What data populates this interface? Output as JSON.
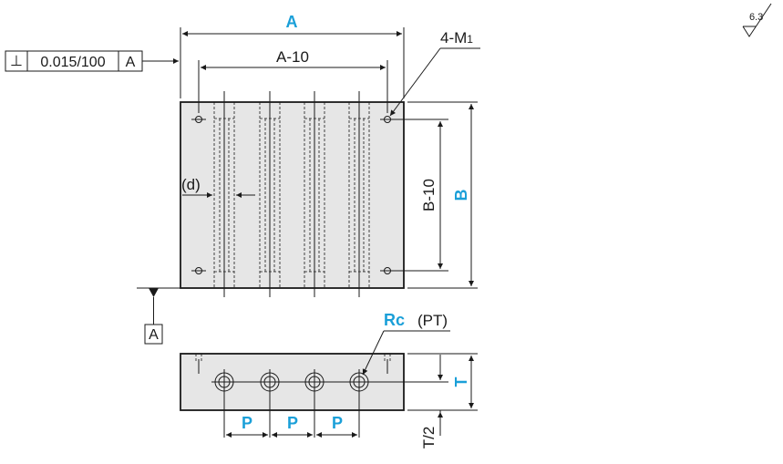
{
  "labels": {
    "dim_a": "A",
    "dim_a_minus_10": "A-10",
    "dim_b": "B",
    "dim_b_minus_10": "B-10",
    "dim_d": "(d)",
    "thread_callout": "4-M",
    "thread_sub": "1",
    "rc": "Rc",
    "pt": "(PT)",
    "dim_t": "T",
    "dim_t_half": "T/2",
    "pitch": "P",
    "datum": "A",
    "tolerance_symbol": "⊥",
    "tolerance_value": "0.015/100",
    "tolerance_datum": "A",
    "surface_roughness": "6.3"
  },
  "colors": {
    "accent_blue": "#1a9fd8",
    "line": "#1a1a1a",
    "body_fill": "#e6e6e6"
  }
}
